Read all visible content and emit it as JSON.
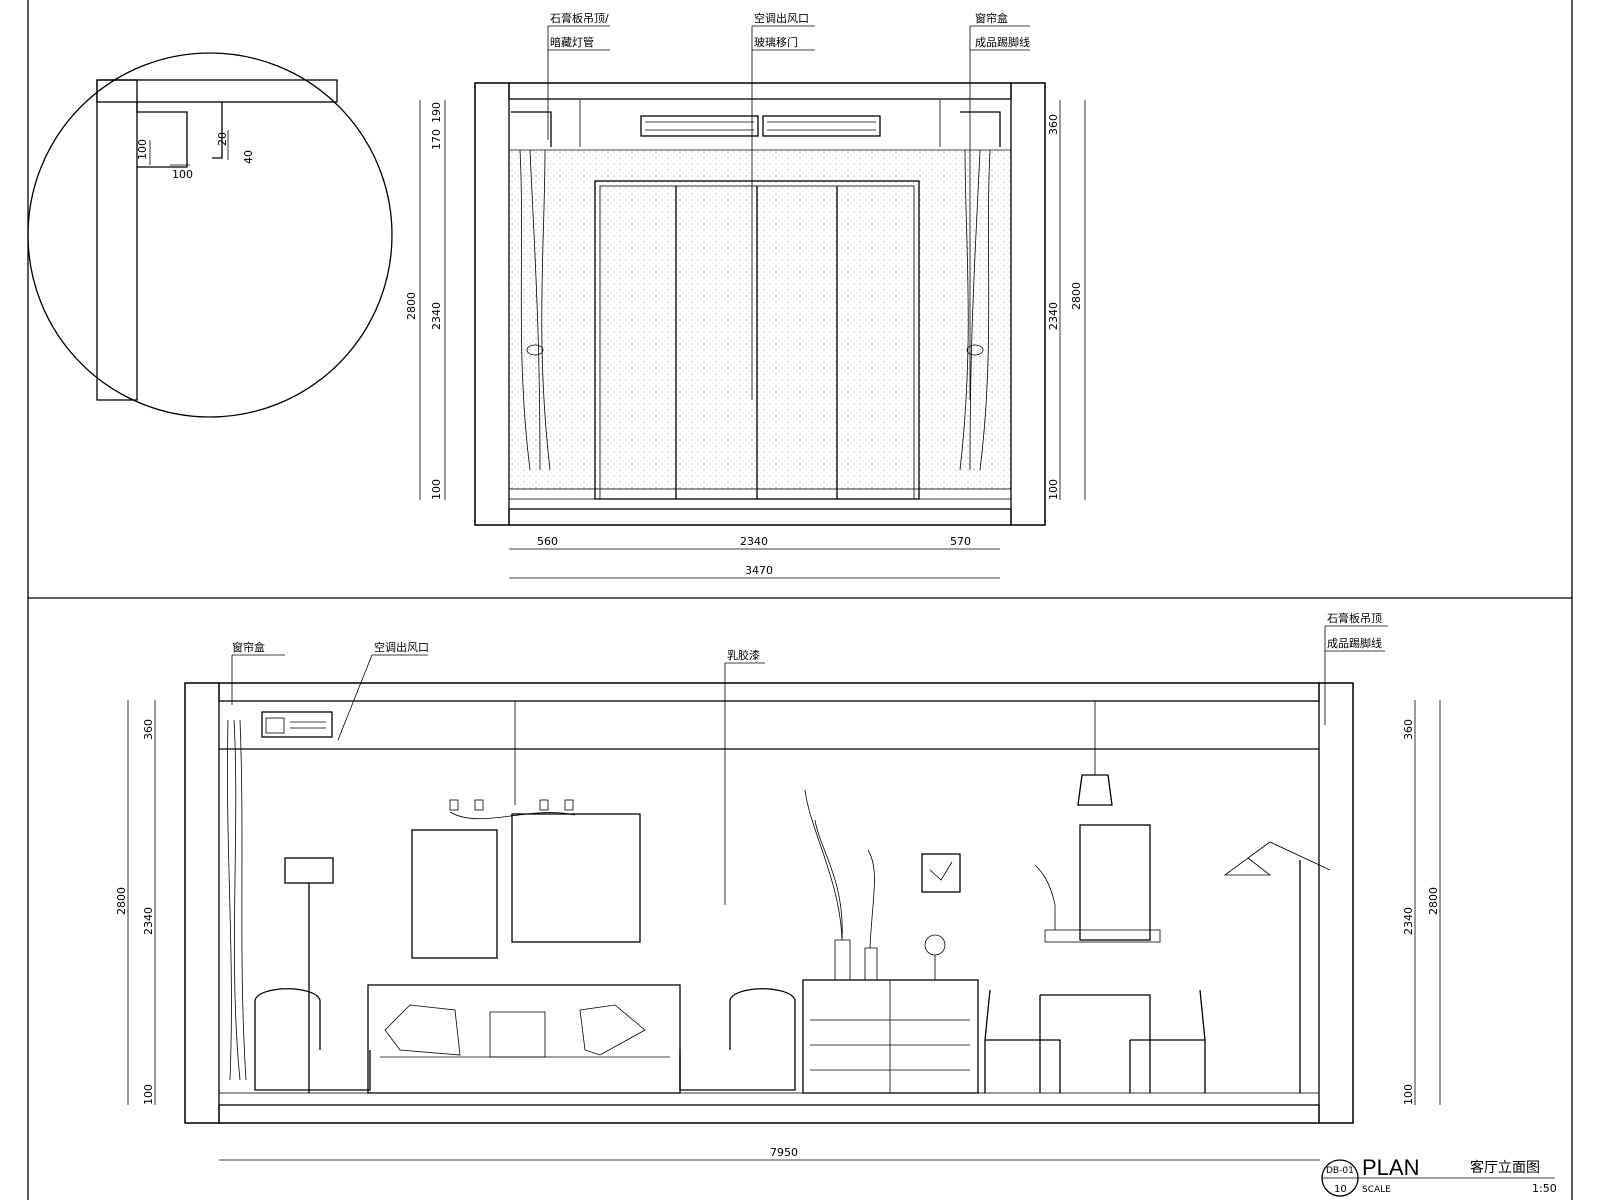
{
  "top_elevation": {
    "callouts": [
      "石膏板吊顶/",
      "暗藏灯管",
      "空调出风口",
      "玻璃移门",
      "窗帘盒",
      "成品踢脚线"
    ],
    "dims_left": [
      "170",
      "190",
      "2800",
      "2340",
      "100"
    ],
    "dims_right": [
      "360",
      "2800",
      "2340",
      "100"
    ],
    "dims_bottom": [
      "560",
      "2340",
      "570",
      "3470"
    ]
  },
  "detail": {
    "dims": [
      "100",
      "20",
      "40",
      "100"
    ]
  },
  "bottom_elevation": {
    "callouts": [
      "窗帘盒",
      "空调出风口",
      "乳胶漆",
      "石膏板吊顶",
      "成品踢脚线"
    ],
    "dims_left": [
      "360",
      "2800",
      "2340",
      "100"
    ],
    "dims_right": [
      "360",
      "2340",
      "2800",
      "100"
    ],
    "dims_bottom": [
      "7950"
    ]
  },
  "title_block": {
    "plan_label": "PLAN",
    "title": "客厅立面图",
    "drawing_no": "DB-01",
    "sheet": "10",
    "scale_label": "SCALE",
    "scale": "1:50"
  }
}
